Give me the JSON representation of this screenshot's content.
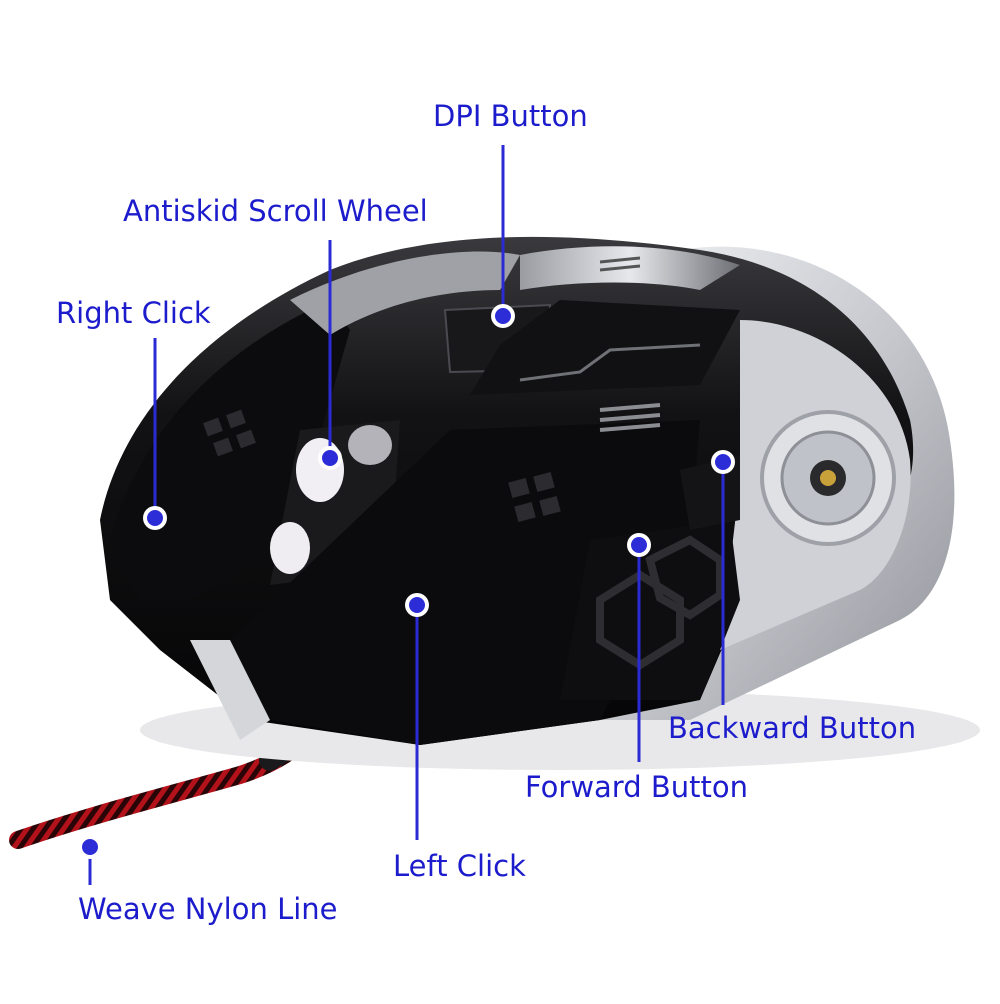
{
  "labels": {
    "dpi_button": "DPI Button",
    "scroll_wheel": "Antiskid Scroll Wheel",
    "right_click": "Right Click",
    "backward_button": "Backward Button",
    "forward_button": "Forward Button",
    "left_click": "Left Click",
    "nylon_line": "Weave Nylon Line"
  },
  "colors": {
    "label_text": "#1c1ccc",
    "leader_line": "#2b2bd6",
    "mouse_body": "#0b0b0d",
    "mouse_silver": "#c9cbd1",
    "cable_red": "#c8151c"
  }
}
